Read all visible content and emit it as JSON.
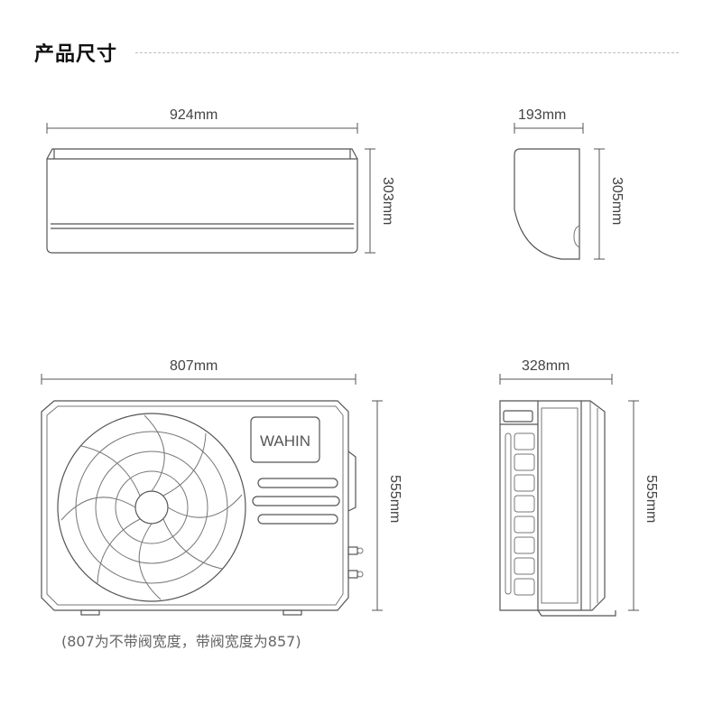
{
  "header": {
    "title": "产品尺寸"
  },
  "indoor_front": {
    "width_label": "924mm",
    "height_label": "303mm"
  },
  "indoor_side": {
    "depth_label": "193mm",
    "height_label": "305mm"
  },
  "outdoor_front": {
    "width_label": "807mm",
    "height_label": "555mm",
    "logo": "WAHIN"
  },
  "outdoor_side": {
    "depth_label": "328mm",
    "height_label": "555mm"
  },
  "footnote": "(807为不带阀宽度，带阀宽度为857)",
  "colors": {
    "line": "#555555",
    "text": "#444444",
    "rule": "#bdbdbd"
  }
}
